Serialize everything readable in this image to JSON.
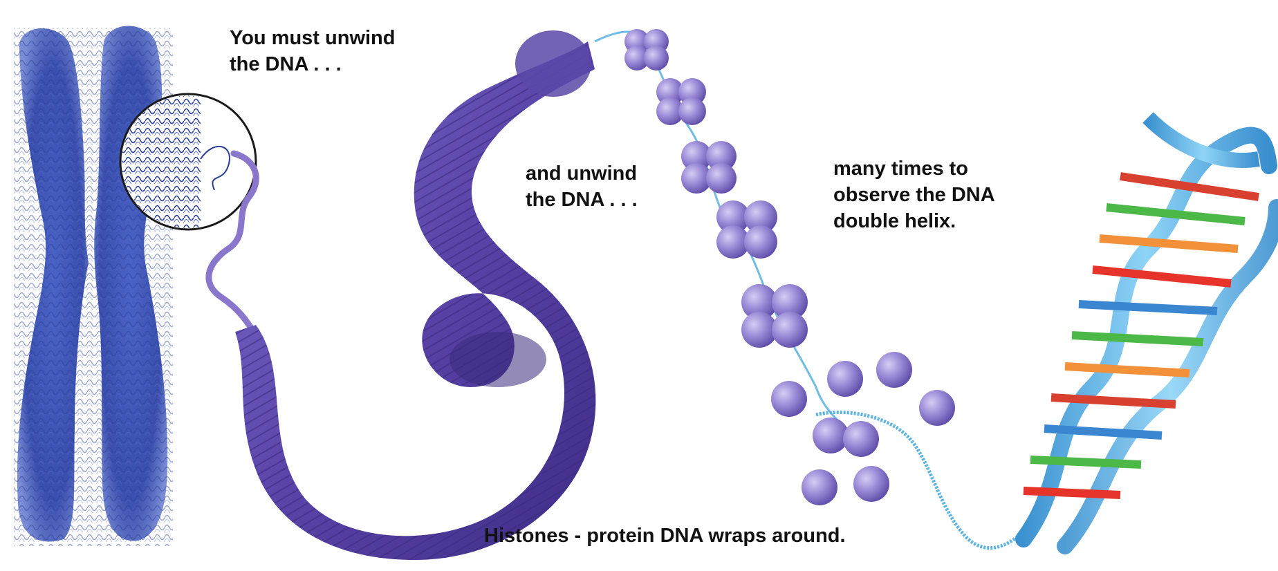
{
  "captions": {
    "unwind_first": "You must unwind\nthe DNA . . .",
    "unwind_second": "and unwind\nthe DNA . . .",
    "many_times": "many times to\nobserve the DNA\ndouble helix.",
    "histones": "Histones - protein DNA wraps around."
  },
  "colors": {
    "chromosome": "#3f56b5",
    "chromatin_fiber": "#6a55b8",
    "nucleosome": "#8f7fd0",
    "dna_strand": "#5bb3e2",
    "helix_backbone": "#6cc0ee",
    "base_pairs": [
      "#d8412f",
      "#f2913a",
      "#4cb848",
      "#e7342a",
      "#3a86d1"
    ]
  },
  "icons": {
    "chromosome": "x-chromosome-illustration",
    "magnifier": "magnified-chromatin-circle",
    "fiber": "coiled-chromatin-fiber",
    "nucleosomes": "nucleosome-beads",
    "histones": "histone-spheres",
    "helix": "dna-double-helix"
  }
}
